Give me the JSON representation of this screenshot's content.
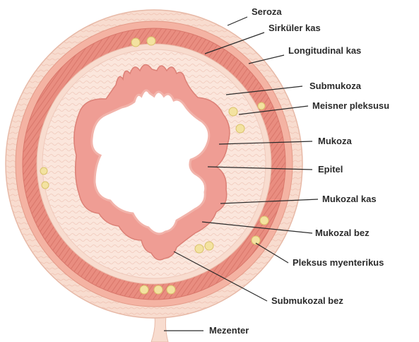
{
  "labels": {
    "seroza": "Seroza",
    "sirkuler_kas": "Sirküler kas",
    "longitudinal_kas": "Longitudinal kas",
    "submukoza": "Submukoza",
    "meisner_pleksusu": "Meisner pleksusu",
    "mukoza": "Mukoza",
    "epitel": "Epitel",
    "mukozal_kas": "Mukozal kas",
    "mukozal_bez": "Mukozal bez",
    "pleksus_myenterikus": "Pleksus myenterikus",
    "submukozal_bez": "Submukozal bez",
    "mezenter": "Mezenter"
  },
  "colors": {
    "serosa": "#f6cfc0",
    "muscle": "#e98d80",
    "muscle_dark": "#d9776b",
    "submucosa": "#fbe6dc",
    "mucosa": "#ef9d94",
    "mucosa_inner": "#f6b7ae",
    "ganglion": "#f3e2a0",
    "lumen": "#ffffff",
    "text": "#2b2b2b"
  }
}
